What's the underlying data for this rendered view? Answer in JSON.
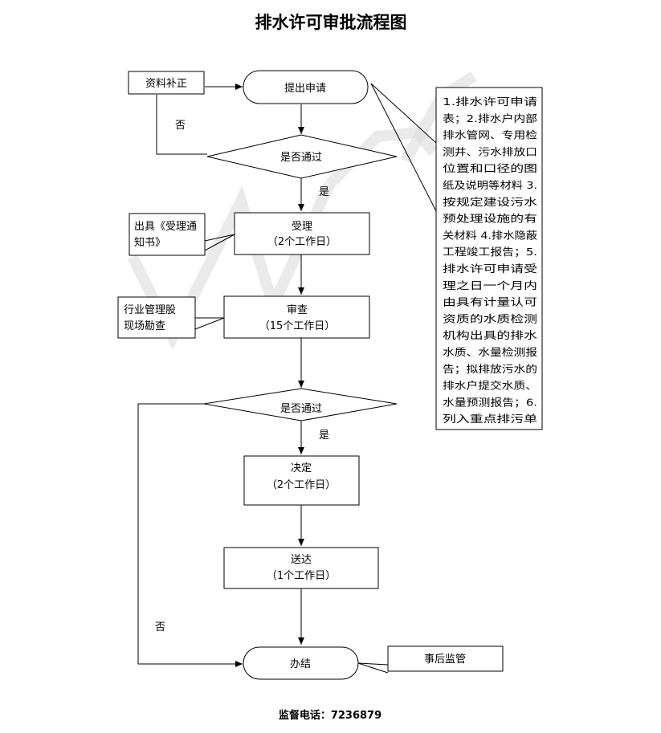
{
  "title": "排水许可审批流程图",
  "footer": "监督电话：7236879",
  "nodes": {
    "apply": "提出申请",
    "supplement": "资料补正",
    "check1": "是否通过",
    "accept": {
      "title": "受理",
      "days": "（2个工作日）"
    },
    "issue_notice": {
      "line1": "出具《受理通",
      "line2": "知书》"
    },
    "review": {
      "title": "审查",
      "days": "（15个工作日）"
    },
    "field_survey": {
      "line1": "行业管理股",
      "line2": "现场勘查"
    },
    "check2": "是否通过",
    "decide": {
      "title": "决定",
      "days": "（2个工作日）"
    },
    "deliver": {
      "title": "送达",
      "days": "（1个工作日）"
    },
    "finish": "办结",
    "supervise": "事后监管"
  },
  "edge_labels": {
    "no1": "否",
    "yes1": "是",
    "yes2": "是",
    "no2": "否"
  },
  "requirements_note": [
    "1.排水许可申请",
    "表；2.排水户内部",
    "排水管网、专用检",
    "测井、污水排放口",
    "位置和口径的图",
    "纸及说明等材料 3.",
    "按规定建设污水",
    "预处理设施的有",
    "关材料 4.排水隐蔽",
    "工程竣工报告；5.",
    "排水许可申请受",
    "理之日一个月内",
    "由具有计量认可",
    "资质的水质检测",
    "机构出具的排水",
    "水质、水量检测报",
    "告；拟排放污水的",
    "排水户提交水质、",
    "水量预测报告；6.",
    "列入重点排污单"
  ]
}
